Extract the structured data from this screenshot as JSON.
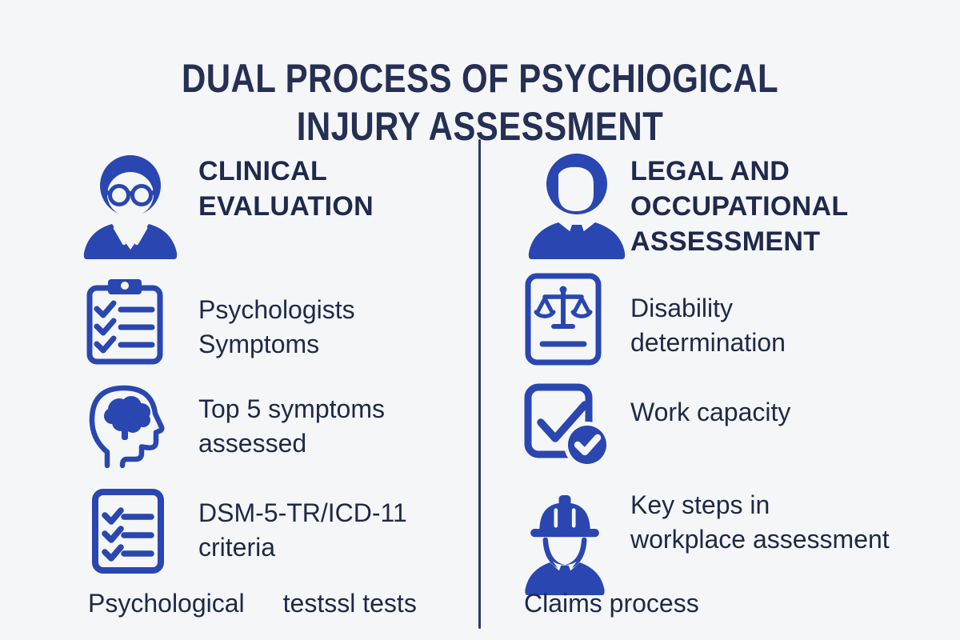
{
  "meta": {
    "background": "#f5f6f8",
    "accent_blue": "#2a46b0",
    "text_navy": "#1f2847",
    "divider_navy": "#2e3a66"
  },
  "title": {
    "text": "DUAL PROCESS OF PSYCHIOGICAL\nINJURY ASSESSMENT"
  },
  "left_column": {
    "header": {
      "label": "CLINICAL\nEVALUATION",
      "icon": "doctor-with-glasses-icon"
    },
    "items": [
      {
        "icon": "clipboard-checklist-icon",
        "text": "Psychologists\nSymptoms"
      },
      {
        "icon": "head-brain-icon",
        "text": "Top 5 symptoms\nassessed"
      },
      {
        "icon": "checklist-document-icon",
        "text": "DSM-5-TR/ICD-11\ncriteria"
      }
    ],
    "footer": {
      "part1": "Psychological",
      "part2": "testssl tests"
    }
  },
  "right_column": {
    "header": {
      "label": "LEGAL AND\nOCCUPATIONAL\nASSESSMENT",
      "icon": "businessman-icon"
    },
    "items": [
      {
        "icon": "scales-document-icon",
        "text": "Disability\ndetermination"
      },
      {
        "icon": "checkbox-verified-icon",
        "text": "Work capacity"
      },
      {
        "icon": "construction-worker-icon",
        "text": "Key steps in\nworkplace assessment"
      }
    ],
    "footer": {
      "part1": "Claims process"
    }
  }
}
